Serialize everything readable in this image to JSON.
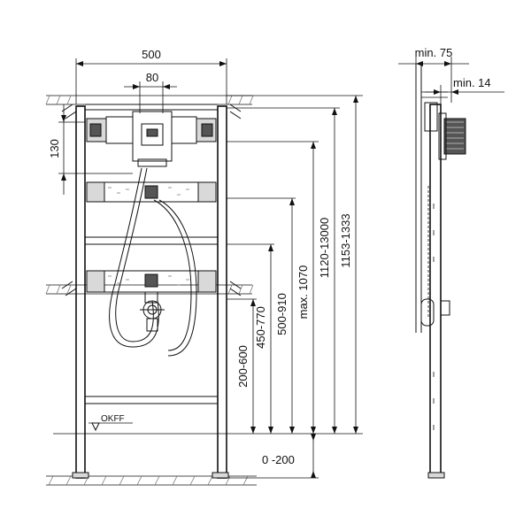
{
  "front_view": {
    "width_label": "500",
    "module_label": "80",
    "offset_label": "130",
    "okff_label": "OKFF",
    "vertical_labels": {
      "v_200_600": "200-600",
      "v_450_770": "450-770",
      "v_500_910": "500-910",
      "v_max_1070": "max. 1070",
      "v_1120_1300": "1120-13000",
      "v_1153_1333": "1153-1333"
    },
    "floor_label": "0 -200"
  },
  "side_view": {
    "min75_label": "min. 75",
    "min14_label": "min. 14"
  }
}
